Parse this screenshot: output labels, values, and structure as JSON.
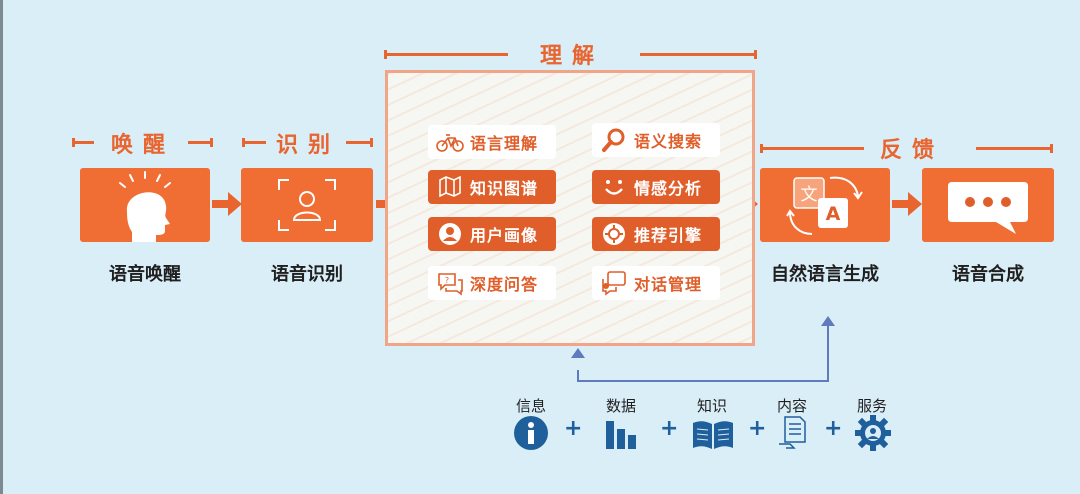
{
  "sections": {
    "wake": "唤醒",
    "recognize": "识别",
    "understand": "理解",
    "feedback": "反馈"
  },
  "stages": {
    "wake": "语音唤醒",
    "recognize": "语音识别",
    "nlg": "自然语言生成",
    "tts": "语音合成"
  },
  "understand_items": [
    {
      "label": "语言理解",
      "icon": "bicycle-icon"
    },
    {
      "label": "语义搜索",
      "icon": "magnifier-icon"
    },
    {
      "label": "知识图谱",
      "icon": "map-icon"
    },
    {
      "label": "情感分析",
      "icon": "smile-icon"
    },
    {
      "label": "用户画像",
      "icon": "user-circle-icon"
    },
    {
      "label": "推荐引擎",
      "icon": "engine-icon"
    },
    {
      "label": "深度问答",
      "icon": "chat-icon"
    },
    {
      "label": "对话管理",
      "icon": "dialog-manage-icon"
    }
  ],
  "resources": [
    {
      "label": "信息",
      "icon": "info-icon"
    },
    {
      "label": "数据",
      "icon": "bar-chart-icon"
    },
    {
      "label": "知识",
      "icon": "book-icon"
    },
    {
      "label": "内容",
      "icon": "document-icon"
    },
    {
      "label": "服务",
      "icon": "service-gear-icon"
    }
  ],
  "plus_sign": "+",
  "colors": {
    "accent": "#f06d34",
    "dark_accent": "#e05e2a",
    "background": "#daeef8",
    "blue": "#1f5f9c",
    "connector": "#5f7bbd"
  }
}
